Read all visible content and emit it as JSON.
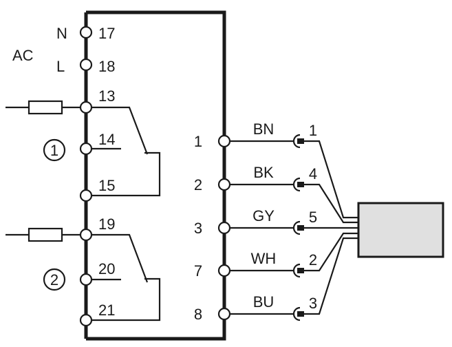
{
  "supply": {
    "label": "AC",
    "n_letter": "N",
    "l_letter": "L",
    "n_terminal": "17",
    "l_terminal": "18"
  },
  "relay1": {
    "badge": "1",
    "common": "13",
    "nc": "14",
    "no": "15"
  },
  "relay2": {
    "badge": "2",
    "common": "19",
    "nc": "20",
    "no": "21"
  },
  "sensor_terminals": [
    "1",
    "2",
    "3",
    "7",
    "8"
  ],
  "wire_colors": [
    "BN",
    "BK",
    "GY",
    "WH",
    "BU"
  ],
  "connector_pins": [
    "1",
    "4",
    "5",
    "2",
    "3"
  ],
  "colors": {
    "line": "#1a1a1a",
    "sensor_fill": "#e0e0e0",
    "background": "#ffffff"
  }
}
